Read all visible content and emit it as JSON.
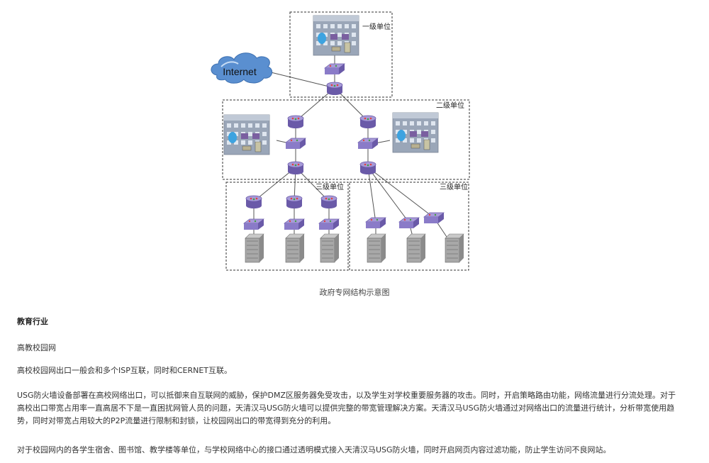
{
  "diagram": {
    "cloud_label": "Internet",
    "zone_labels": {
      "level1": "一级单位",
      "level2": "二级单位",
      "level3_left": "三级单位",
      "level3_right": "三级单位"
    },
    "colors": {
      "router": "#6a5aa8",
      "router_light": "#a79ad8",
      "switch": "#8a7bc8",
      "cloud": "#5a8fd0",
      "building": "#9aa6b8",
      "server": "#8b8b8b"
    }
  },
  "caption": "政府专网结构示意图",
  "article": {
    "section_title": "教育行业",
    "sub_title": "高教校园网",
    "paragraphs": [
      "高校校园网出口一般会和多个ISP互联，同时和CERNET互联。",
      "USG防火墙设备部署在高校网络出口，可以抵御来自互联网的威胁，保护DMZ区服务器免受攻击，以及学生对学校重要服务器的攻击。同时，开启策略路由功能，网络流量进行分流处理。对于高校出口带宽占用率一直高居不下是一直困扰网管人员的问题，天清汉马USG防火墙可以提供完整的带宽管理解决方案。天清汉马USG防火墙通过对网络出口的流量进行统计，分析带宽使用趋势，同时对带宽占用较大的P2P流量进行限制和封锁，让校园网出口的带宽得到充分的利用。",
      "对于校园网内的各学生宿舍、图书馆、教学楼等单位，与学校网络中心的接口通过透明模式接入天清汉马USG防火墙，同时开启网页内容过滤功能，防止学生访问不良网站。"
    ]
  }
}
